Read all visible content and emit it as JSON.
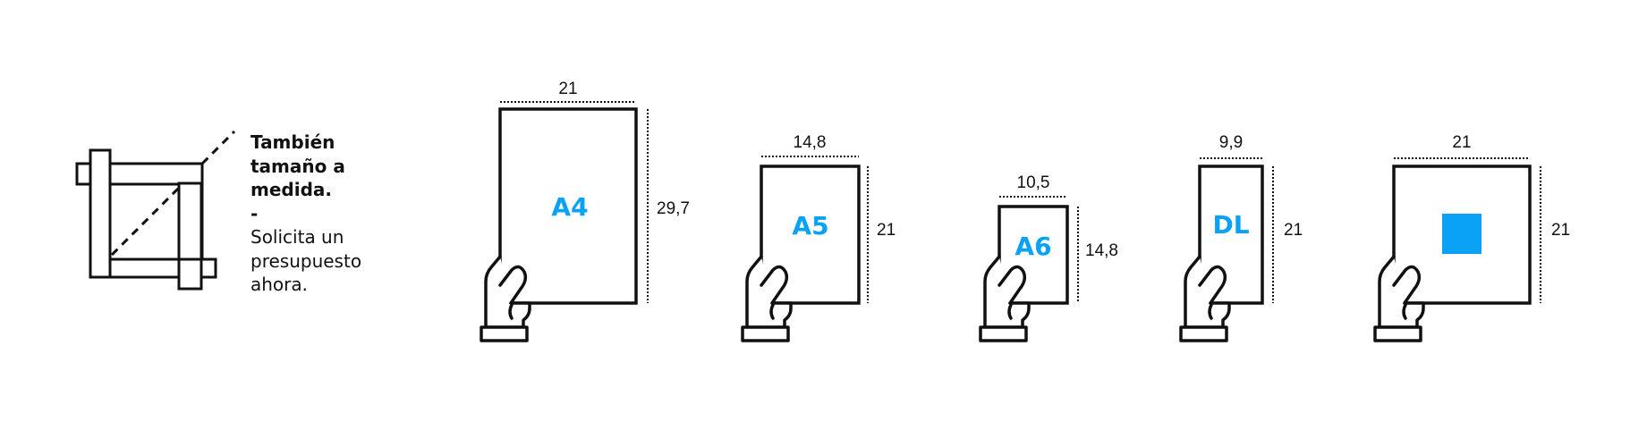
{
  "promo": {
    "title_lines": [
      "También",
      "tamaño a",
      "medida."
    ],
    "separator": "-",
    "body_lines": [
      "Solicita un",
      "presupuesto",
      "ahora."
    ]
  },
  "formats": [
    {
      "name": "A4",
      "width": "21",
      "height": "29,7"
    },
    {
      "name": "A5",
      "width": "14,8",
      "height": "21"
    },
    {
      "name": "A6",
      "width": "10,5",
      "height": "14,8"
    },
    {
      "name": "DL",
      "width": "9,9",
      "height": "21"
    },
    {
      "name": "",
      "width": "21",
      "height": "21"
    }
  ],
  "colors": {
    "accent": "#0aa2f5",
    "stroke": "#111111"
  }
}
